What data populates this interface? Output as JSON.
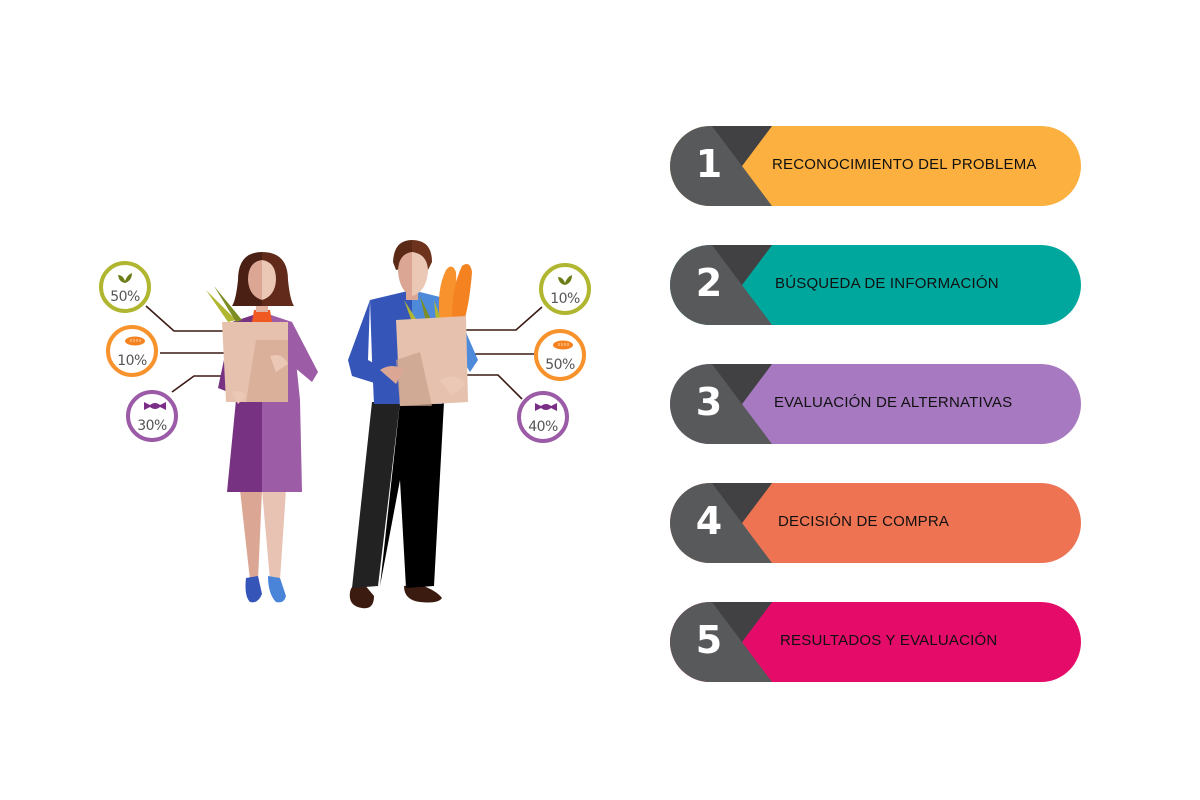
{
  "colors": {
    "background": "#ffffff",
    "step_dark": "#58595b",
    "step_darker": "#414042",
    "vegetable": "#b1b631",
    "bread": "#f7922c",
    "candy": "#9b5ba6",
    "connector": "#3b1a14"
  },
  "people": {
    "woman": {
      "stats": [
        {
          "icon": "vegetable-icon",
          "value": "50%",
          "color": "#b1b631"
        },
        {
          "icon": "bread-icon",
          "value": "10%",
          "color": "#f7922c"
        },
        {
          "icon": "candy-icon",
          "value": "30%",
          "color": "#9b5ba6"
        }
      ]
    },
    "man": {
      "stats": [
        {
          "icon": "vegetable-icon",
          "value": "10%",
          "color": "#b1b631"
        },
        {
          "icon": "bread-icon",
          "value": "50%",
          "color": "#f7922c"
        },
        {
          "icon": "candy-icon",
          "value": "40%",
          "color": "#9b5ba6"
        }
      ]
    }
  },
  "steps": [
    {
      "number": "1",
      "label": "RECONOCIMIENTO DEL PROBLEMA",
      "color": "#fbb040"
    },
    {
      "number": "2",
      "label": "BÚSQUEDA DE INFORMACIÓN",
      "color": "#00a79d"
    },
    {
      "number": "3",
      "label": "EVALUACIÓN DE ALTERNATIVAS",
      "color": "#a779c0"
    },
    {
      "number": "4",
      "label": "DECISIÓN DE COMPRA",
      "color": "#ed7353"
    },
    {
      "number": "5",
      "label": "RESULTADOS Y EVALUACIÓN",
      "color": "#e50b69"
    }
  ]
}
